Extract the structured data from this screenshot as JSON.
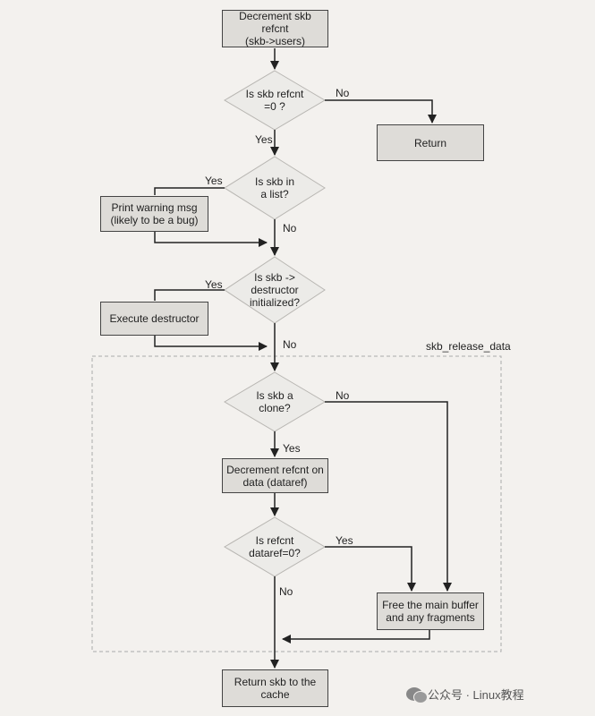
{
  "diagram": {
    "nodes": {
      "decrement_users": "Decrement skb refcnt\n(skb->users)",
      "is_refcnt_zero": "Is skb refcnt\n=0 ?",
      "return": "Return",
      "is_in_list": "Is skb in\na list?",
      "print_warning": "Print warning msg\n(likely to be a bug)",
      "is_destructor_init": "Is skb ->\ndestructor\ninitialized?",
      "execute_destructor": "Execute destructor",
      "is_clone": "Is skb a\nclone?",
      "decrement_dataref": "Decrement refcnt on\ndata (dataref)",
      "is_dataref_zero": "Is refcnt\ndataref=0?",
      "free_buffer": "Free the main buffer\nand any fragments",
      "return_to_cache": "Return skb to the\ncache"
    },
    "edge_labels": {
      "no": "No",
      "yes": "Yes"
    },
    "group_label": "skb_release_data"
  },
  "watermark": {
    "text": "公众号 · Linux教程"
  },
  "colors": {
    "background": "#f3f1ee",
    "box_fill": "#dedcd8",
    "diamond_fill": "#ecebe8",
    "line": "#222222",
    "diamond_stroke": "#b8b6b2",
    "group_border": "#aaaaaa"
  }
}
